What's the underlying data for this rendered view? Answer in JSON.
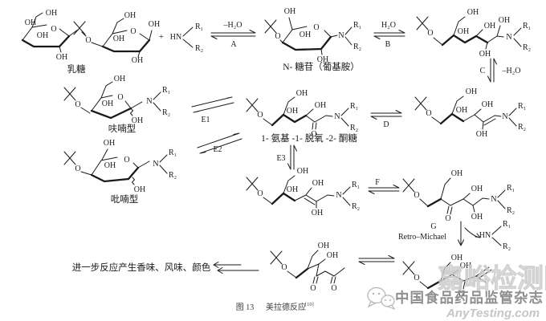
{
  "chem": {
    "oh": "OH",
    "o": "O",
    "n": "N",
    "hn": "HN",
    "plus": "+",
    "r1": "R₁",
    "r2": "R₂"
  },
  "structures": {
    "lactose_label": "乳糖",
    "n_glycoside_label": "N- 糖苷（葡基胺）",
    "furanose_label": "呋喃型",
    "pyranose_label": "吡喃型",
    "ketose_label": "1- 氨基 -1- 脱氧 -2- 酮糖",
    "further_reaction_text": "进一步反应产生香味、风味、颜色"
  },
  "arrows": {
    "a": {
      "above": "–H₂O",
      "below": "A"
    },
    "b": {
      "above": "H₂O",
      "below": "B"
    },
    "c": {
      "left": "C",
      "right": "–H₂O"
    },
    "d": {
      "below": "D"
    },
    "e1": {
      "below": "E1"
    },
    "e2": {
      "below": "E2"
    },
    "e3": {
      "left": "E3"
    },
    "f": {
      "above": "F"
    },
    "g": {
      "label": "G",
      "sub": "Retro–Michael"
    }
  },
  "caption": {
    "figure": "图 13",
    "title": "美拉德反应",
    "ref": "[10]"
  },
  "watermark": {
    "journal": "中国食品药品监管杂志",
    "site": "AnyTesting.com",
    "site_name": "嘉峪检测网"
  },
  "colors": {
    "ink": "#1a1a1a",
    "caption": "#3d3d3d",
    "watermark_journal": "#8f8f8f",
    "watermark_site": "#c6c6c6"
  }
}
